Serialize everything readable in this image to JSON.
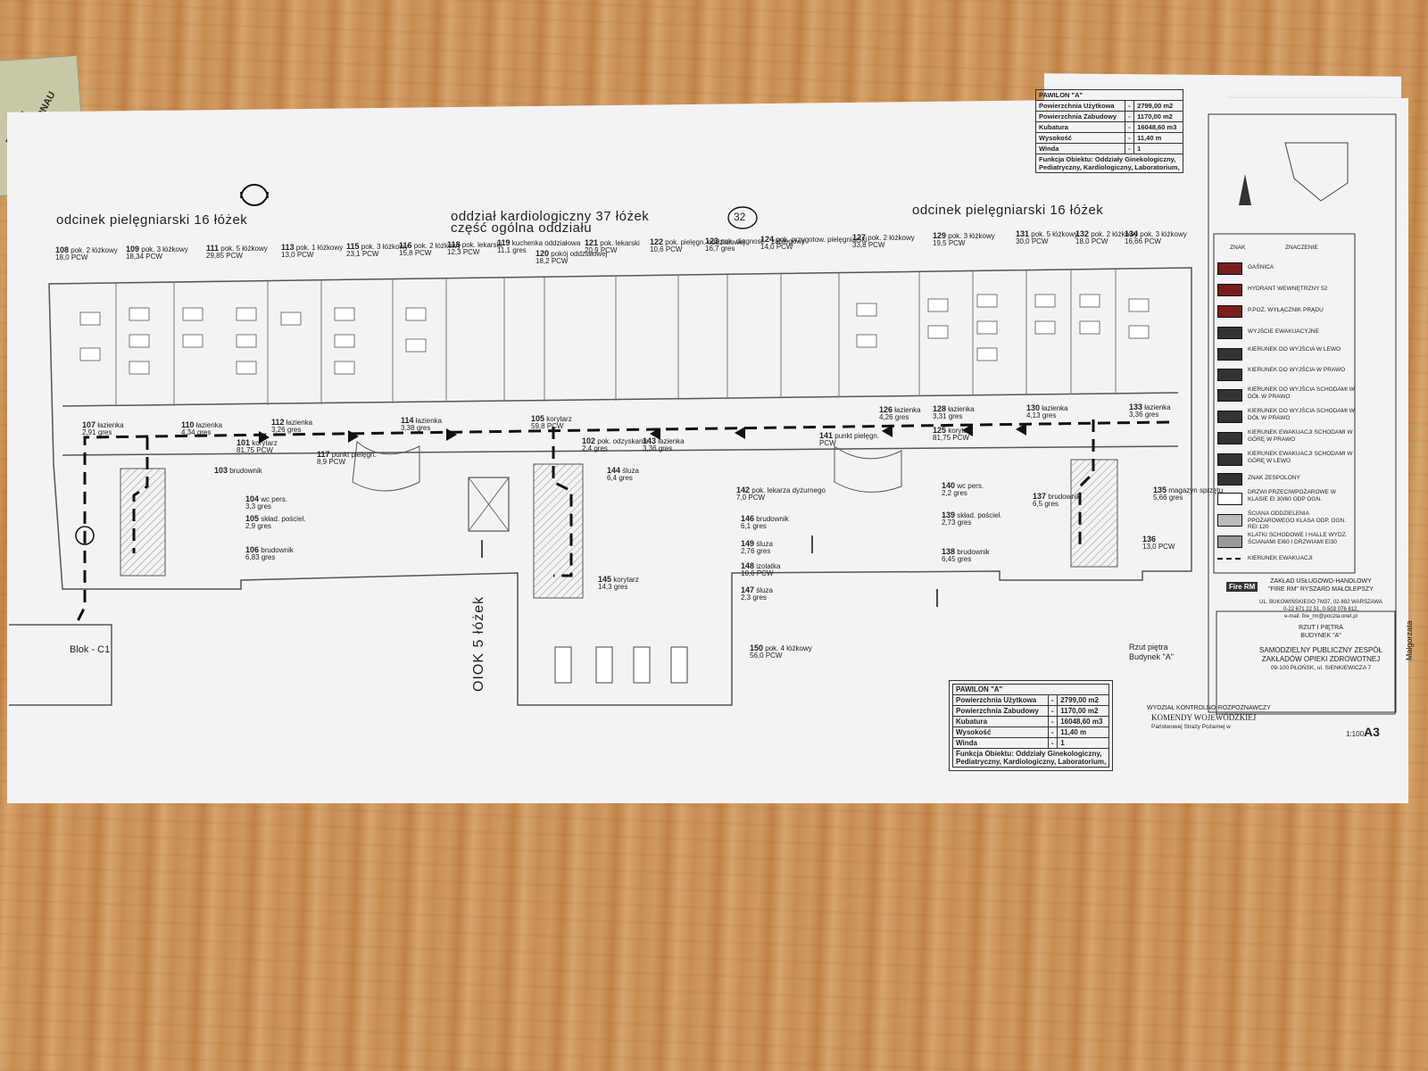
{
  "headings": {
    "left": "odcinek pielęgniarski  16 łóżek",
    "center_1": "oddział kardiologiczny 37 łóżek",
    "center_2": "część ogólna oddziału",
    "right": "odcinek pielęgniarski  16 łóżek",
    "circled": "32",
    "vertical": "OIOK  5 łóżek",
    "block": "Blok - C1",
    "caption_1": "Rzut piętra",
    "caption_2": "Budynek \"A\""
  },
  "sticker": {
    "brand": "DONAU"
  },
  "rooms_top": [
    {
      "num": "108",
      "name": "pok. 2 łóżkowy",
      "area": "18,0",
      "floor": "PCW"
    },
    {
      "num": "109",
      "name": "pok. 3 łóżkowy",
      "area": "18,34",
      "floor": "PCW"
    },
    {
      "num": "111",
      "name": "pok. 5 łóżkowy",
      "area": "29,85",
      "floor": "PCW"
    },
    {
      "num": "113",
      "name": "pok. 1 łóżkowy",
      "area": "13,0",
      "floor": "PCW"
    },
    {
      "num": "115",
      "name": "pok. 3 łóżkowy",
      "area": "23,1",
      "floor": "PCW"
    },
    {
      "num": "116",
      "name": "pok. 2 łóżkowy",
      "area": "15,8",
      "floor": "PCW"
    },
    {
      "num": "118",
      "name": "pok. lekarski",
      "area": "12,3",
      "floor": "PCW"
    },
    {
      "num": "119",
      "name": "kuchenka oddziałowa",
      "area": "11,1",
      "floor": "gres"
    },
    {
      "num": "120",
      "name": "pokój oddziałowej",
      "area": "18,2",
      "floor": "PCW"
    },
    {
      "num": "121",
      "name": "pok. lekarski",
      "area": "20,9",
      "floor": "PCW"
    },
    {
      "num": "122",
      "name": "pok. pielęgn. oddziałowej",
      "area": "10,6",
      "floor": "PCW"
    },
    {
      "num": "123",
      "name": "pok. diagnost. - zabiegowy",
      "area": "16,7",
      "floor": "gres"
    },
    {
      "num": "124",
      "name": "pok. przygotow. pielęgniarski",
      "area": "14,0",
      "floor": "PCW"
    },
    {
      "num": "127",
      "name": "pok. 2 łóżkowy",
      "area": "33,8",
      "floor": "PCW"
    },
    {
      "num": "129",
      "name": "pok. 3 łóżkowy",
      "area": "19,5",
      "floor": "PCW"
    },
    {
      "num": "131",
      "name": "pok. 5 łóżkowy",
      "area": "30,0",
      "floor": "PCW"
    },
    {
      "num": "132",
      "name": "pok. 2 łóżkowy",
      "area": "18,0",
      "floor": "PCW"
    },
    {
      "num": "134",
      "name": "pok. 3 łóżkowy",
      "area": "16,66",
      "floor": "PCW"
    }
  ],
  "rooms_mid": [
    {
      "num": "107",
      "name": "łazienka",
      "area": "2,91",
      "floor": "gres"
    },
    {
      "num": "110",
      "name": "łazienka",
      "area": "4,34",
      "floor": "gres"
    },
    {
      "num": "112",
      "name": "łazienka",
      "area": "3,26",
      "floor": "gres"
    },
    {
      "num": "114",
      "name": "łazienka",
      "area": "3,38",
      "floor": "gres"
    },
    {
      "num": "101",
      "name": "korytarz",
      "area": "81,75",
      "floor": "PCW"
    },
    {
      "num": "117",
      "name": "punkt pielęgn.",
      "area": "8,9",
      "floor": "PCW"
    },
    {
      "num": "103",
      "name": "brudownik",
      "area": "",
      "floor": ""
    },
    {
      "num": "104",
      "name": "wc pers.",
      "area": "3,3",
      "floor": "gres"
    },
    {
      "num": "105",
      "name": "skład. pościel.",
      "area": "2,9",
      "floor": "gres"
    },
    {
      "num": "106",
      "name": "brudownik",
      "area": "6,83",
      "floor": "gres"
    },
    {
      "num": "105",
      "name": "korytarz",
      "area": "59,8",
      "floor": "PCW"
    },
    {
      "num": "102",
      "name": "pok. odzyskanie",
      "area": "2,4",
      "floor": "gres"
    },
    {
      "num": "143",
      "name": "łazienka",
      "area": "3,36",
      "floor": "gres"
    },
    {
      "num": "144",
      "name": "śluza",
      "area": "6,4",
      "floor": "gres"
    },
    {
      "num": "142",
      "name": "pok. lekarza dyżurnego",
      "area": "7,0",
      "floor": "PCW"
    },
    {
      "num": "146",
      "name": "brudownik",
      "area": "6,1",
      "floor": "gres"
    },
    {
      "num": "149",
      "name": "śluza",
      "area": "2,76",
      "floor": "gres"
    },
    {
      "num": "148",
      "name": "izolatka",
      "area": "10,6",
      "floor": "PCW"
    },
    {
      "num": "147",
      "name": "śluza",
      "area": "2,3",
      "floor": "gres"
    },
    {
      "num": "145",
      "name": "korytarz",
      "area": "14,3",
      "floor": "gres"
    },
    {
      "num": "150",
      "name": "pok. 4 łóżkowy",
      "area": "56,0",
      "floor": "PCW"
    },
    {
      "num": "141",
      "name": "punkt pielęgn.",
      "area": "",
      "floor": "PCW"
    },
    {
      "num": "126",
      "name": "łazienka",
      "area": "4,26",
      "floor": "gres"
    },
    {
      "num": "128",
      "name": "łazienka",
      "area": "3,31",
      "floor": "gres"
    },
    {
      "num": "125",
      "name": "korytarz",
      "area": "81,75",
      "floor": "PCW"
    },
    {
      "num": "130",
      "name": "łazienka",
      "area": "4,13",
      "floor": "gres"
    },
    {
      "num": "133",
      "name": "łazienka",
      "area": "3,36",
      "floor": "gres"
    },
    {
      "num": "140",
      "name": "wc pers.",
      "area": "2,2",
      "floor": "gres"
    },
    {
      "num": "139",
      "name": "skład. pościel.",
      "area": "2,73",
      "floor": "gres"
    },
    {
      "num": "137",
      "name": "brudownik",
      "area": "6,5",
      "floor": "gres"
    },
    {
      "num": "138",
      "name": "brudownik",
      "area": "6,45",
      "floor": "gres"
    },
    {
      "num": "135",
      "name": "magazyn sprzętu",
      "area": "5,66",
      "floor": "gres"
    },
    {
      "num": "136",
      "name": "",
      "area": "13,0",
      "floor": "PCW"
    }
  ],
  "info_table": {
    "title": "PAWILON \"A\"",
    "rows": [
      {
        "label": "Powierzchnia Użytkowa",
        "dash": "-",
        "value": "2799,00 m2"
      },
      {
        "label": "Powierzchnia Zabudowy",
        "dash": "-",
        "value": "1170,00 m2"
      },
      {
        "label": "Kubatura",
        "dash": "-",
        "value": "16048,60 m3"
      },
      {
        "label": "Wysokość",
        "dash": "-",
        "value": "11,40 m"
      },
      {
        "label": "Winda",
        "dash": "-",
        "value": "1"
      }
    ],
    "function_1": "Funkcja Obiektu: Oddziały Ginekologiczny,",
    "function_2": "Pediatryczny, Kardiologiczny, Laboratorium,"
  },
  "legend": {
    "header_symbol": "ZNAK",
    "header_meaning": "ZNACZENIE",
    "items": [
      "GAŚNICA",
      "HYDRANT WEWNĘTRZNY 52",
      "P.POŻ. WYŁĄCZNIK PRĄDU",
      "WYJŚCIE EWAKUACYJNE",
      "KIERUNEK DO WYJŚCIA W LEWO",
      "KIERUNEK DO WYJŚCIA W PRAWO",
      "KIERUNEK DO WYJŚCIA SCHODAMI W DÓŁ W PRAWO",
      "KIERUNEK DO WYJŚCIA SCHODAMI W DÓŁ W PRAWO",
      "KIERUNEK EWAKUACJI SCHODAMI W GÓRĘ W PRAWO",
      "KIERUNEK EWAKUACJI SCHODAMI W GÓRĘ W LEWO",
      "ZNAK ZESPOLONY",
      "DRZWI PRZECIWPOŻAROWE W KLASIE EI 30/60 ODP OGN.",
      "ŚCIANA ODDZIELENIA PPOŻAROWEGO KLASA ODP. OGN. REI 120",
      "KLATKI SCHODOWE I HALLE WYDZ. ŚCIANAMI EI60 I DRZWIAMI EI30",
      "KIERUNEK EWAKUACJI"
    ]
  },
  "stamp": {
    "company_logo": "Fire RM",
    "company_1": "ZAKŁAD USŁUGOWO-HANDLOWY",
    "company_2": "\"FIRE RM\" RYSZARD MAŁOLEPSZY",
    "address_1": "UL. BUKOWIŃSKIEGO 7M37, 02-882 WARSZAWA",
    "address_2": "0-22 671 22 51, 0-503 076 812,",
    "address_3": "e-mail: fire_rm@poczta.onet.pl",
    "drawing_1": "RZUT I PIĘTRA",
    "drawing_2": "BUDYNEK \"A\"",
    "client_1": "SAMODZIELNY PUBLICZNY ZESPÓŁ",
    "client_2": "ZAKŁADÓW OPIEKI ZDROWOTNEJ",
    "client_3": "09-100 PŁOŃSK, ul. SIENKIEWICZA 7",
    "scale": "1:100",
    "format": "A3",
    "signature_name": "Małgorzata"
  },
  "approval": {
    "line_1": "WYDZIAŁ KONTROLNO-ROZPOZNAWCZY",
    "line_2": "KOMENDY WOJEWÓDZKIEJ",
    "line_3": "Państwowej Straży Pożarnej w"
  }
}
